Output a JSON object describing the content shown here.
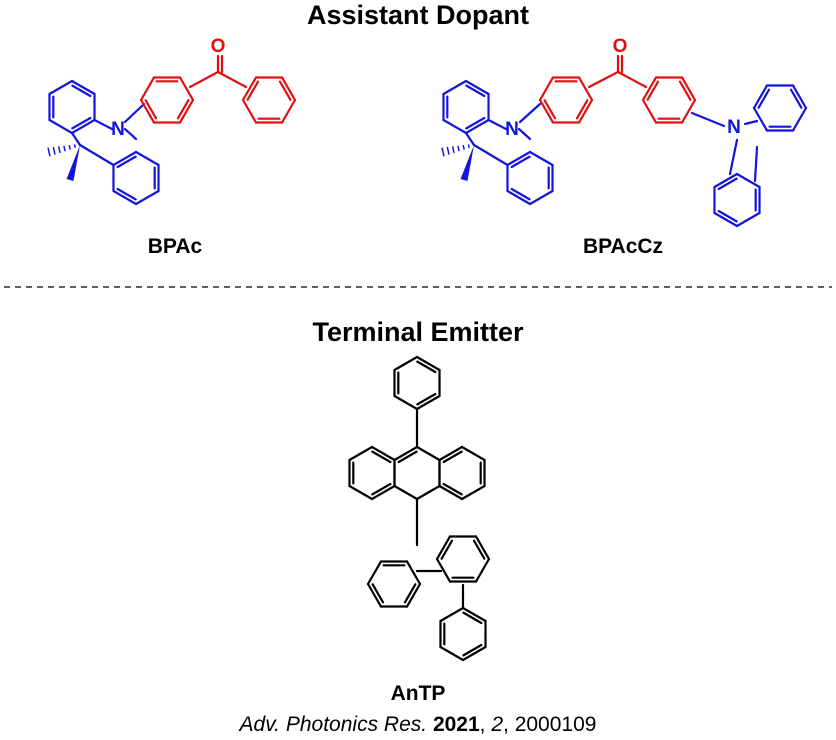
{
  "sections": {
    "top_title": "Assistant Dopant",
    "bottom_title": "Terminal Emitter"
  },
  "molecules": {
    "bpac": {
      "label": "BPAc"
    },
    "bpaccz": {
      "label": "BPAcCz"
    },
    "antp": {
      "label": "AnTP"
    }
  },
  "atoms": {
    "nitrogen": "N",
    "oxygen": "O"
  },
  "reference": {
    "journal": "Adv. Photonics Res.",
    "year": "2021",
    "volume": "2",
    "article": "2000109"
  },
  "colors": {
    "donor": "#1414dc",
    "acceptor": "#e01010",
    "emitter": "#000000",
    "divider": "#000000"
  }
}
